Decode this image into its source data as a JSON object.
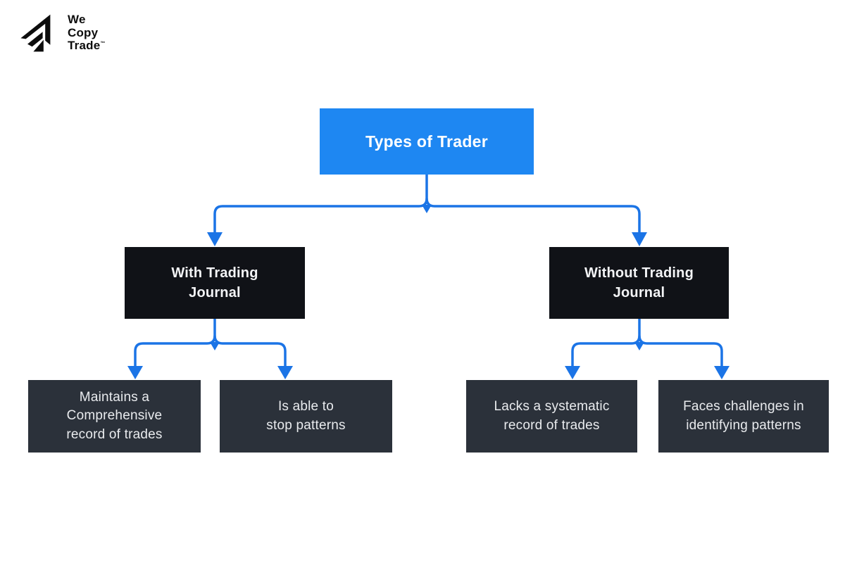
{
  "brand": {
    "name_lines": [
      "We",
      "Copy",
      "Trade"
    ],
    "trademark": "™"
  },
  "colors": {
    "root_box_blue": "#1E87F2",
    "connector_blue": "#1B74E6",
    "branch_box_black": "#101217",
    "leaf_box_slate": "#2B313A",
    "root_text": "#FFFFFF",
    "leaf_text": "#E9EBEE",
    "background": "#FFFFFF",
    "logo_black": "#0D0D0D"
  },
  "diagram": {
    "type": "flowchart",
    "root": {
      "label": "Types of Trader"
    },
    "branches": [
      {
        "label": "With Trading\nJournal",
        "children": [
          "Maintains a\nComprehensive\nrecord of trades",
          "Is able to\nstop patterns"
        ]
      },
      {
        "label": "Without Trading\nJournal",
        "children": [
          "Lacks a systematic\nrecord of trades",
          "Faces challenges in\nidentifying patterns"
        ]
      }
    ]
  }
}
